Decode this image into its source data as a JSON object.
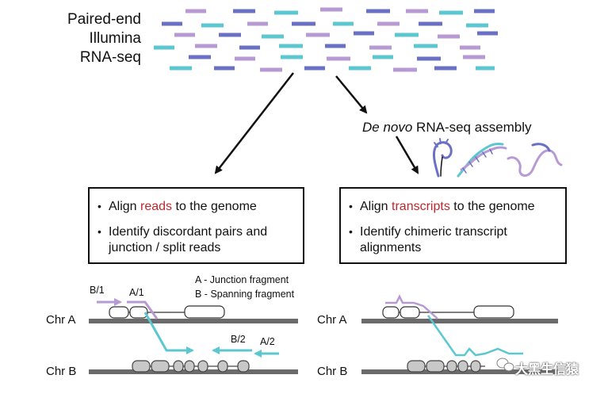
{
  "header": {
    "line1": "Paired-end",
    "line2": "Illumina",
    "line3": "RNA-seq"
  },
  "denovo": {
    "italic": "De novo",
    "rest": " RNA-seq assembly"
  },
  "left_box": {
    "b1_pre": "Align ",
    "b1_red": "reads",
    "b1_post": " to the genome",
    "b2_line1": "Identify discordant pairs and",
    "b2_line2": "junction / split reads"
  },
  "right_box": {
    "b1_pre": "Align ",
    "b1_red": "transcripts",
    "b1_post": " to the genome",
    "b2_line1": "Identify chimeric transcript",
    "b2_line2": "alignments"
  },
  "left_diagram": {
    "label_b1": "B/1",
    "label_a1": "A/1",
    "label_b2": "B/2",
    "label_a2": "A/2",
    "legend_a": "A - Junction fragment",
    "legend_b": "B - Spanning fragment",
    "chr_a": "Chr A",
    "chr_b": "Chr B"
  },
  "right_diagram": {
    "chr_a": "Chr A",
    "chr_b": "Chr B"
  },
  "watermark": "大黑生信猿",
  "colors": {
    "purple": "#b79ad4",
    "teal": "#5cc7cf",
    "navy": "#6a70c4",
    "chromosome": "#6b6b6b",
    "exon_gray": "#c8c8c8",
    "red_text": "#c0272d"
  }
}
